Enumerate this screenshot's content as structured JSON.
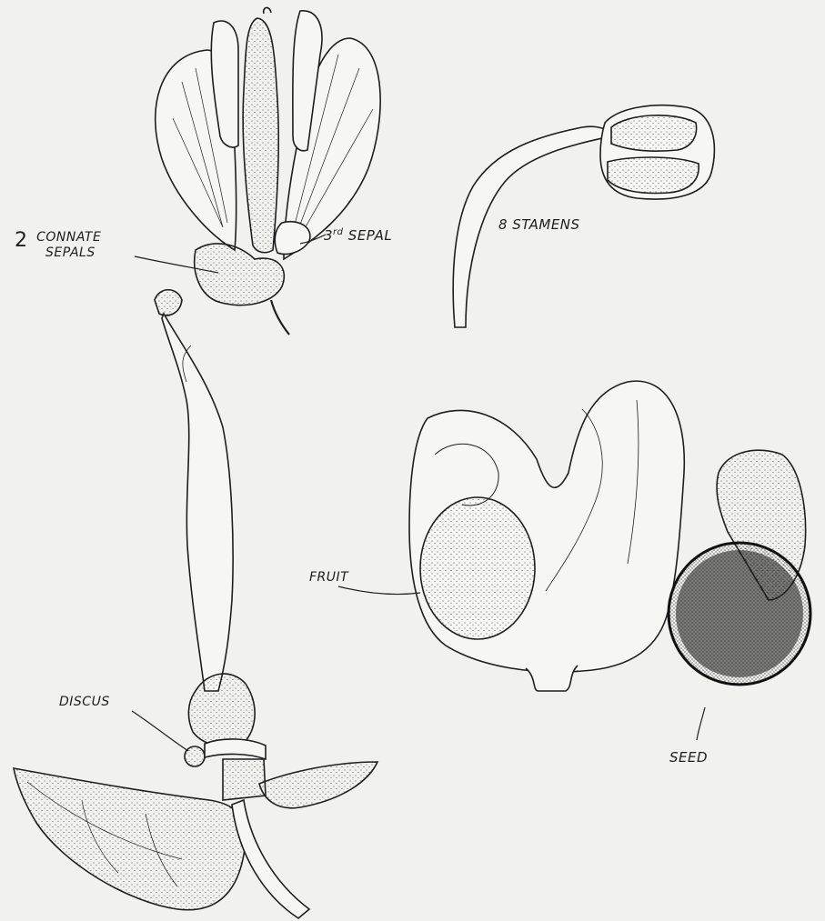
{
  "labels": {
    "connate_sepals_number": "2",
    "connate_sepals_line1": "CONNATE",
    "connate_sepals_line2": "SEPALS",
    "third_sepal_prefix": "3",
    "third_sepal_sup": "rd",
    "third_sepal_word": "SEPAL",
    "stamens": "8 STAMENS",
    "fruit": "FRUIT",
    "discus": "DISCUS",
    "seed": "SEED"
  },
  "colors": {
    "background": "#f1f1ed",
    "ink": "#1e1e1e"
  }
}
